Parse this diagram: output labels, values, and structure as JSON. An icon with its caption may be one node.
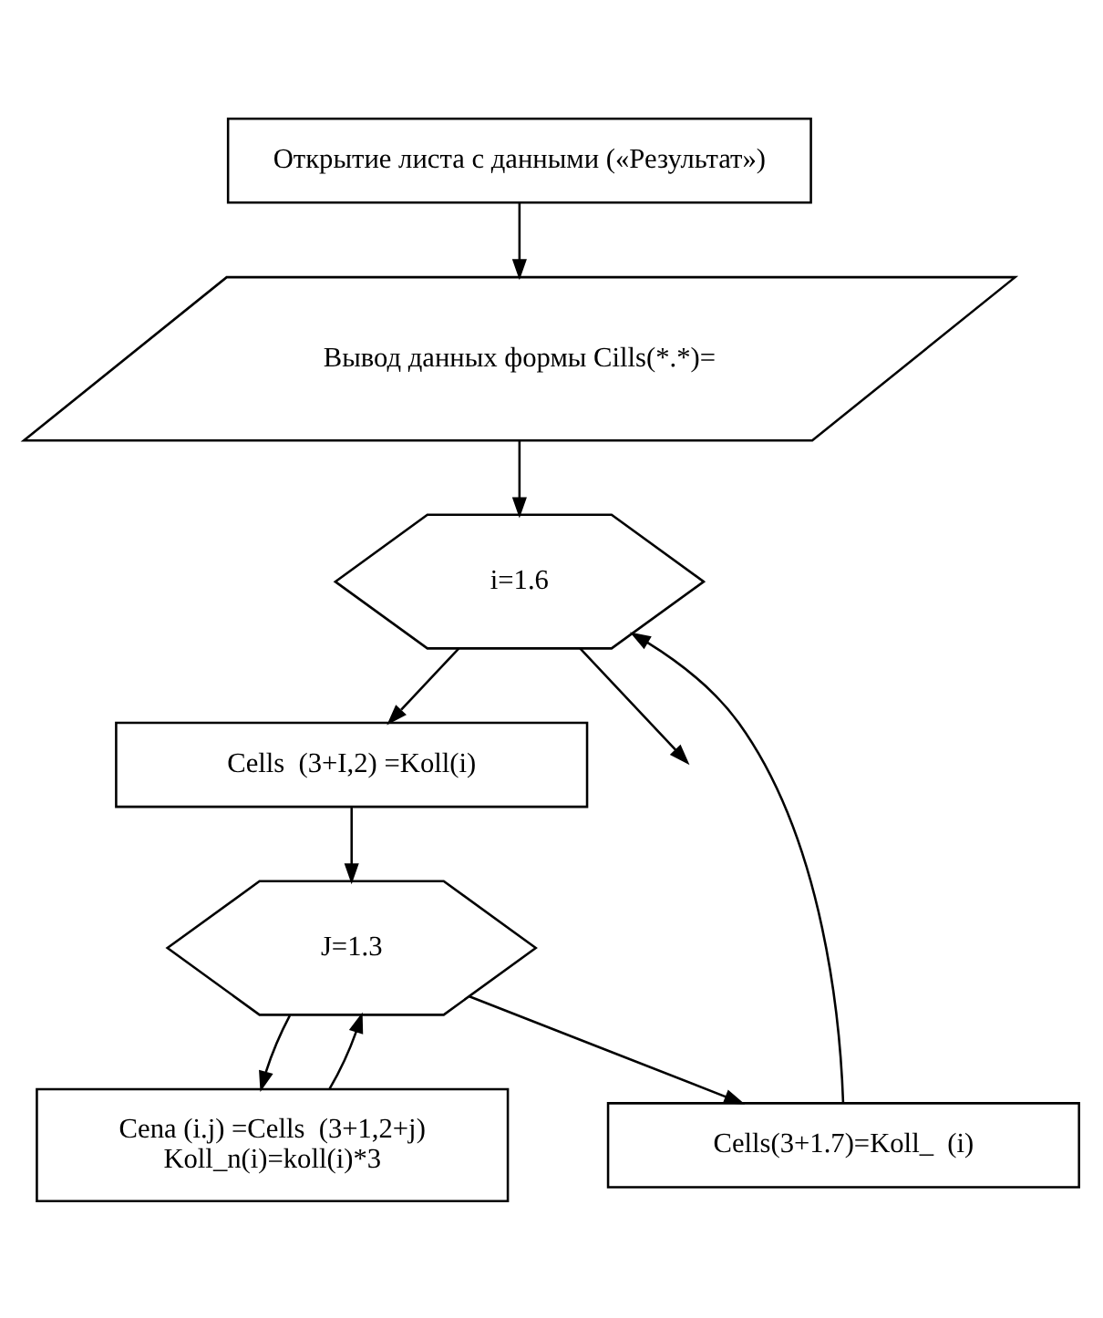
{
  "diagram": {
    "nodes": [
      {
        "text": [
          "Открытие листа с данными («Результат»)"
        ]
      },
      {
        "text": [
          "Вывод данных формы Cills(*.*)="
        ]
      },
      {
        "text": [
          "i=1.6"
        ]
      },
      {
        "text": [
          "Cells  (3+I,2) =Koll(i)"
        ]
      },
      {
        "text": [
          "J=1.3"
        ]
      },
      {
        "text": [
          "Cena (i.j) =Cells  (3+1,2+j)",
          "Koll_n(i)=koll(i)*3"
        ]
      },
      {
        "text": [
          "Cells(3+1.7)=Koll_  (i)"
        ]
      }
    ],
    "edges": [
      {
        "from": 0,
        "to": 1,
        "arrow": "to"
      },
      {
        "from": 1,
        "to": 2,
        "arrow": "to"
      },
      {
        "from": 2,
        "to": 3,
        "arrow": "to"
      },
      {
        "from": 3,
        "to": 4,
        "arrow": "to"
      },
      {
        "from": 4,
        "to": 5,
        "arrow": "to"
      },
      {
        "from": 5,
        "to": 4,
        "arrow": "to"
      },
      {
        "from": 4,
        "to": 6,
        "arrow": "to"
      },
      {
        "from": 6,
        "to": 2,
        "arrow": "to"
      },
      {
        "from": 2,
        "to": null,
        "arrow": "to"
      }
    ]
  }
}
